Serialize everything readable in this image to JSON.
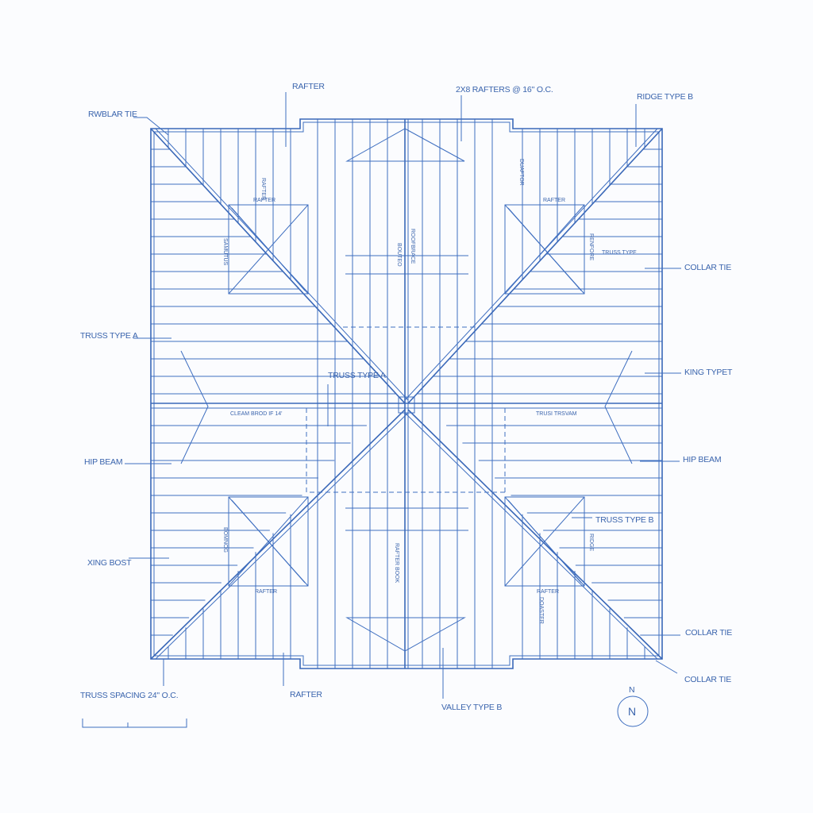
{
  "colors": {
    "line": "#3f6fc0",
    "text": "#3a64ad",
    "background": "#fbfcfe"
  },
  "labels": {
    "rafter_top": "RAFTER",
    "rafters_spacing": "2X8 RAFTERS @ 16\" O.C.",
    "ridge_type_b": "RIDGE TYPE B",
    "rwblar_tie": "RWBLAR TIE",
    "collar_tie_upper": "COLLAR TIE",
    "truss_type_a_left": "TRUSS TYPE A",
    "king_typet": "KING TYPET",
    "truss_type_a_center": "TRUSS TYPE A",
    "hip_beam_left": "HIP BEAM",
    "hip_beam_right": "HIP BEAM",
    "truss_type_b": "TRUSS TYPE B",
    "xing_bost": "XING BOST",
    "collar_tie_lower": "COLLAR TIE",
    "collar_tie_corner": "COLLAR TIE",
    "truss_spacing": "TRUSS SPACING 24\" O.C.",
    "rafter_bottom": "RAFTER",
    "valley_type_b": "VALLEY TYPE B",
    "north_label": "N",
    "north_symbol": "N"
  },
  "inner_labels": {
    "rafter_nw": "RAFTER",
    "rafter_ne": "RAFTER",
    "rafter_sw": "RAFTER",
    "rafter_se": "RAFTER",
    "truss_type_e": "TRUSS TYPE",
    "cleam_brod": "CLEAM BROD IF 14'",
    "trusi_trsvam": "TRUSI TRSVAM",
    "v_rafter_nw": "RAFTER",
    "v_duaftor": "DUAFTOR",
    "v_rafters_w": "SAMUTUS",
    "v_renfore": "RENFORE",
    "v_center_upper_a": "BOUTEO",
    "v_center_upper_b": "ROOFBRACE",
    "v_bomnog": "BOMNOG",
    "v_center_lower": "RAFTER BOOK",
    "v_ridge_se": "RIDGE",
    "v_doaster": "DOASTER"
  }
}
